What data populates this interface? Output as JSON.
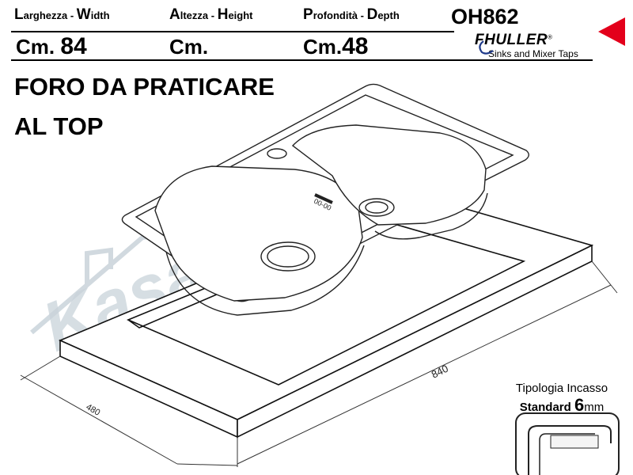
{
  "header": {
    "width_label_first": "L",
    "width_label_rest": "arghezza - ",
    "width_label_w": "W",
    "width_label_w_rest": "idth",
    "height_label_first": "A",
    "height_label_rest": "ltezza - ",
    "height_label_h": "H",
    "height_label_h_rest": "eight",
    "depth_label_first": "P",
    "depth_label_rest": "rofondità - ",
    "depth_label_d": "D",
    "depth_label_d_rest": "epth",
    "model_code": "OH862",
    "unit_prefix_width": "Cm.",
    "width_value": "84",
    "unit_prefix_height": "Cm.",
    "height_value": "",
    "unit_prefix_depth": "Cm.",
    "depth_value": "48"
  },
  "brand": {
    "name": "FHULLER",
    "registered": "®",
    "tagline": "Sinks and Mixer Taps",
    "accent_color": "#e3001b"
  },
  "title": {
    "line1": "FORO DA PRATICARE",
    "line2": "AL TOP"
  },
  "watermark": {
    "text": "Kasa Cucina",
    "color": "#c9d3da"
  },
  "drawing": {
    "sink_marking": "00-00",
    "dimension_width": "840",
    "dimension_depth": "480"
  },
  "incasso": {
    "title": "Tipologia Incasso",
    "standard_label": "Standard",
    "thickness": "6",
    "unit": "mm"
  }
}
